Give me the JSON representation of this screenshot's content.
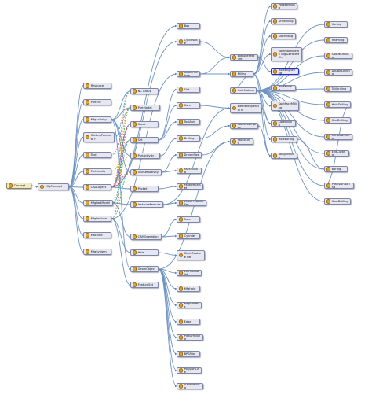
{
  "diagram": {
    "nodes": [
      {
        "id": "concept",
        "label": "Concept",
        "root": true
      },
      {
        "id": "mfgconcept",
        "label": "MfgConcept"
      },
      {
        "id": "resource",
        "label": "Resource"
      },
      {
        "id": "partfile",
        "label": "PartFile"
      },
      {
        "id": "mfgactivity",
        "label": "MfgActivity"
      },
      {
        "id": "cuttingparam",
        "label": "CuttingParamete r"
      },
      {
        "id": "tool",
        "label": "Tool"
      },
      {
        "id": "partfamily",
        "label": "PartFamily"
      },
      {
        "id": "cadobject",
        "label": "CADObject"
      },
      {
        "id": "mfgpartmodel",
        "label": "MfgPartModel"
      },
      {
        "id": "mfgfeature",
        "label": "MfgFeature"
      },
      {
        "id": "machine",
        "label": "Machine"
      },
      {
        "id": "mfgsystem",
        "label": "MfgSystem"
      },
      {
        "id": "ncgroup",
        "label": "NC Group"
      },
      {
        "id": "partmodel",
        "label": "PartModel"
      },
      {
        "id": "stock",
        "label": "Stock"
      },
      {
        "id": "set",
        "label": "Set"
      },
      {
        "id": "partactivity",
        "label": "PartActivity"
      },
      {
        "id": "toolsetactivity",
        "label": "ToolSetActivity"
      },
      {
        "id": "pocket",
        "label": "Pocket"
      },
      {
        "id": "instancefeature",
        "label": "InstanceFeature"
      },
      {
        "id": "camoperation",
        "label": "CAMOperation"
      },
      {
        "id": "hole",
        "label": "Hole"
      },
      {
        "id": "geomobject",
        "label": "GeomObject"
      },
      {
        "id": "featureset",
        "label": "FeatureSet"
      },
      {
        "id": "box",
        "label": "Box"
      },
      {
        "id": "cyclenode",
        "label": "CycleNode"
      },
      {
        "id": "slot",
        "label": "Slot"
      },
      {
        "id": "core",
        "label": "Core"
      },
      {
        "id": "toolaxis",
        "label": "ToolAxis"
      },
      {
        "id": "drilling",
        "label": "Drilling"
      },
      {
        "id": "drivensize",
        "label": "DrivenSize"
      },
      {
        "id": "facemilling",
        "label": "FaceMilling"
      },
      {
        "id": "featureselset",
        "label": "FeatureSelSet"
      },
      {
        "id": "linearfeatureset",
        "label": "LinearFeatureSet"
      },
      {
        "id": "face",
        "label": "Face"
      },
      {
        "id": "cylinder",
        "label": "Cylinder"
      },
      {
        "id": "circlefeatureset",
        "label": "CircleFeature Set"
      },
      {
        "id": "extrudesolid",
        "label": "ExtrudeSolid"
      },
      {
        "id": "mfghole",
        "label": "MfgHole"
      },
      {
        "id": "mfgprocess",
        "label": "MfgProcess"
      },
      {
        "id": "edge",
        "label": "Edge"
      },
      {
        "id": "planarmilling",
        "label": "PlanarMilling"
      },
      {
        "id": "bpspilot",
        "label": "BPSPilot"
      },
      {
        "id": "polygonline",
        "label": "PolygonLine"
      },
      {
        "id": "jlevelmilling",
        "label": "JLevelMilling"
      },
      {
        "id": "geomfeature",
        "label": "GeomFeature"
      },
      {
        "id": "milling",
        "label": "Milling"
      },
      {
        "id": "elementoperation",
        "label": "ElementOperatio n"
      },
      {
        "id": "stockexamples",
        "label": "StockExamples"
      },
      {
        "id": "stockchild",
        "label": "StockChild"
      },
      {
        "id": "extrudefeature",
        "label": "ExtrudeFeature"
      },
      {
        "id": "holemaking",
        "label": "HoleMaking"
      },
      {
        "id": "pocketmilling",
        "label": "PocketMilling"
      },
      {
        "id": "drillmilling",
        "label": "DrillMilling"
      },
      {
        "id": "slotmilling",
        "label": "SlotMilling"
      },
      {
        "id": "holemachining",
        "label": "holemachinemil ling&#FaceMill..."
      },
      {
        "id": "holeengraving",
        "label": "HoleEngraving"
      },
      {
        "id": "holemilling",
        "label": "HoleMilling"
      },
      {
        "id": "spotfacemilling",
        "label": "SpotFaceMilli ng"
      },
      {
        "id": "coremilling",
        "label": "CoreMilling"
      },
      {
        "id": "holeboring",
        "label": "HoleBoring"
      },
      {
        "id": "roughmilling",
        "label": "RoughMilling"
      },
      {
        "id": "honing",
        "label": "Honing"
      },
      {
        "id": "reaming",
        "label": "Reaming"
      },
      {
        "id": "spotedrilling",
        "label": "SpotleDrilling"
      },
      {
        "id": "doubledrilling",
        "label": "DoubleDrilling"
      },
      {
        "id": "taildrilling",
        "label": "TailDrilling"
      },
      {
        "id": "holedrilling",
        "label": "HoleDrilling"
      },
      {
        "id": "gundrilling",
        "label": "GunDrilling"
      },
      {
        "id": "centerdrilling",
        "label": "CenterDrilling"
      },
      {
        "id": "endcutting",
        "label": "EndCutting"
      },
      {
        "id": "boring",
        "label": "Boring"
      },
      {
        "id": "precisionboring",
        "label": "PrecisionBoring"
      },
      {
        "id": "spotdrilling",
        "label": "SpotDrilling"
      }
    ]
  }
}
